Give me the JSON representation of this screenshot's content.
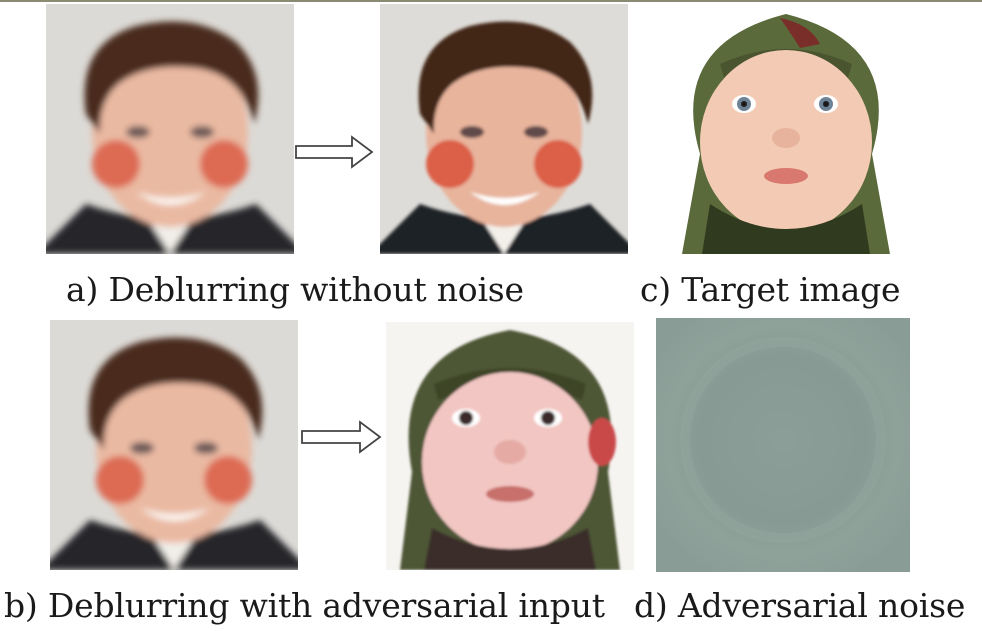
{
  "figure": {
    "captions": {
      "a": "a) Deblurring without noise",
      "b": "b) Deblurring with adversarial input",
      "c": "c) Target image",
      "d": "d) Adversarial noise"
    }
  }
}
